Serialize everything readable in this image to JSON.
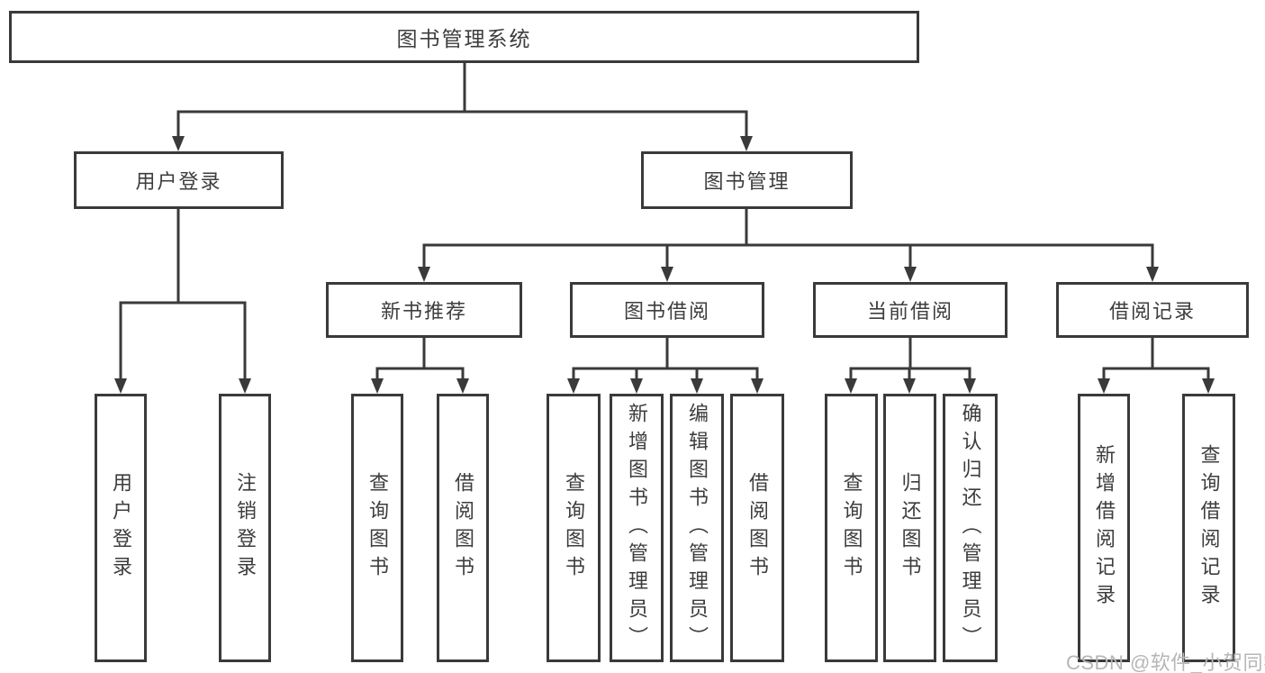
{
  "diagram": {
    "line_color": "#3a3a3a",
    "text_color": "#3d3d3d",
    "watermark": {
      "text": "CSDN @软件_小贺同学",
      "color": "#b6b6b6"
    },
    "root": {
      "label": "图书管理系统"
    },
    "branches": [
      {
        "label": "用户登录",
        "children": [
          {
            "label": "用户登录"
          },
          {
            "label": "注销登录"
          }
        ]
      },
      {
        "label": "图书管理",
        "children": [
          {
            "label": "新书推荐",
            "children": [
              {
                "label": "查询图书"
              },
              {
                "label": "借阅图书"
              }
            ]
          },
          {
            "label": "图书借阅",
            "children": [
              {
                "label": "查询图书"
              },
              {
                "label": "新增图书（管理员）"
              },
              {
                "label": "编辑图书（管理员）"
              },
              {
                "label": "借阅图书"
              }
            ]
          },
          {
            "label": "当前借阅",
            "children": [
              {
                "label": "查询图书"
              },
              {
                "label": "归还图书"
              },
              {
                "label": "确认归还（管理员）"
              }
            ]
          },
          {
            "label": "借阅记录",
            "children": [
              {
                "label": "新增借阅记录"
              },
              {
                "label": "查询借阅记录"
              }
            ]
          }
        ]
      }
    ]
  }
}
